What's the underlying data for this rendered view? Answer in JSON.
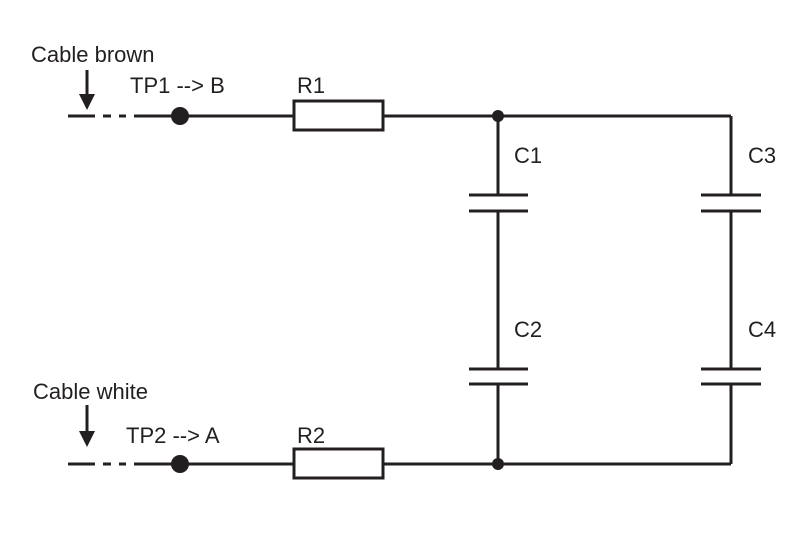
{
  "labels": {
    "cable_brown": "Cable brown",
    "cable_white": "Cable white",
    "tp1": "TP1 --> B",
    "tp2": "TP2 --> A",
    "r1": "R1",
    "r2": "R2",
    "c1": "C1",
    "c2": "C2",
    "c3": "C3",
    "c4": "C4"
  },
  "colors": {
    "ink": "#231f20",
    "background": "#ffffff"
  }
}
